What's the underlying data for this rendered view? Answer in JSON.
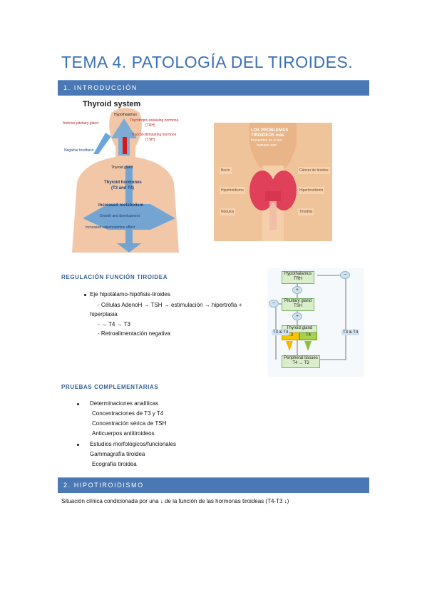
{
  "title": "TEMA 4. PATOLOGÍA DEL TIROIDES.",
  "section1": {
    "label": "1. INTRODUCCIÓN"
  },
  "fig_thyroid": {
    "heading": "Thyroid system",
    "hypothalamus": "Hypothalamus",
    "trh": "Thyrotropin-releasing hormone",
    "trh_abbr": "(TRH)",
    "pituitary": "Anterior pituitary gland",
    "tsh": "Thyroid-stimulating hormone",
    "tsh_abbr": "(TSH)",
    "negative": "Negative feedback",
    "gland": "Thyroid gland",
    "hormones": "Thyroid hormones",
    "t3t4": "(T3 and T4)",
    "metabolism": "Increased metabolism",
    "growth": "Growth and development",
    "catecholamine": "Increased catecholamine effect"
  },
  "fig_problems": {
    "heading1": "LOS PROBLEMAS",
    "heading2": "TIROIDEOS más",
    "heading3": "frecuentes en el ser",
    "heading4": "humano son:",
    "bocio": "Bocio",
    "cancer": "Cáncer de tiroides",
    "hipo": "Hipotiroidismo",
    "hiper": "Hipertiroidismo",
    "nodulos": "Nódulos",
    "tiroiditis": "Tiroiditis"
  },
  "regulacion": {
    "heading": "REGULACIÓN FUNCIÓN TIROIDEA",
    "item1": "Eje hipotálamo-hipófisis-tiroides",
    "line1": "- Células AdenoH → TSH → estimulación → hipertrofia +",
    "line1b": "hiperplasia",
    "line2": "- → T4 → T3",
    "line3": "- Retroalimentación negativa"
  },
  "fig_feedback": {
    "hypo": "Hypothalamus",
    "trh": "TRH",
    "pit": "Pituitary gland",
    "tsh": "TSH",
    "thy": "Thyroid gland",
    "t3": "T3",
    "t4": "T4",
    "periph": "Peripheral tissues",
    "conv": "T4 → T3",
    "plus": "+",
    "minus": "−",
    "left_tag": "T3 & T4",
    "right_tag": "T3 & T4"
  },
  "pruebas": {
    "heading": "PRUEBAS COMPLEMENTARIAS",
    "item1": "Determinaciones analíticas",
    "a1": "Concentraciones de T3 y T4",
    "a2": "Concentración sérica de TSH",
    "a3": "Anticuerpos antitiroideos",
    "item2": "Estudios morfológicos/funcionales",
    "b1": "Gammagrafía tiroidea",
    "b2": "Ecografía tiroidea"
  },
  "section2": {
    "label": "2. HIPOTIROIDISMO"
  },
  "hipo_text": "Situación clínica condicionada por una ↓ de la función de las hormonas tiroideas (T4-T3 ↓)",
  "colors": {
    "accent": "#4a78b4",
    "title": "#3a71b5"
  }
}
